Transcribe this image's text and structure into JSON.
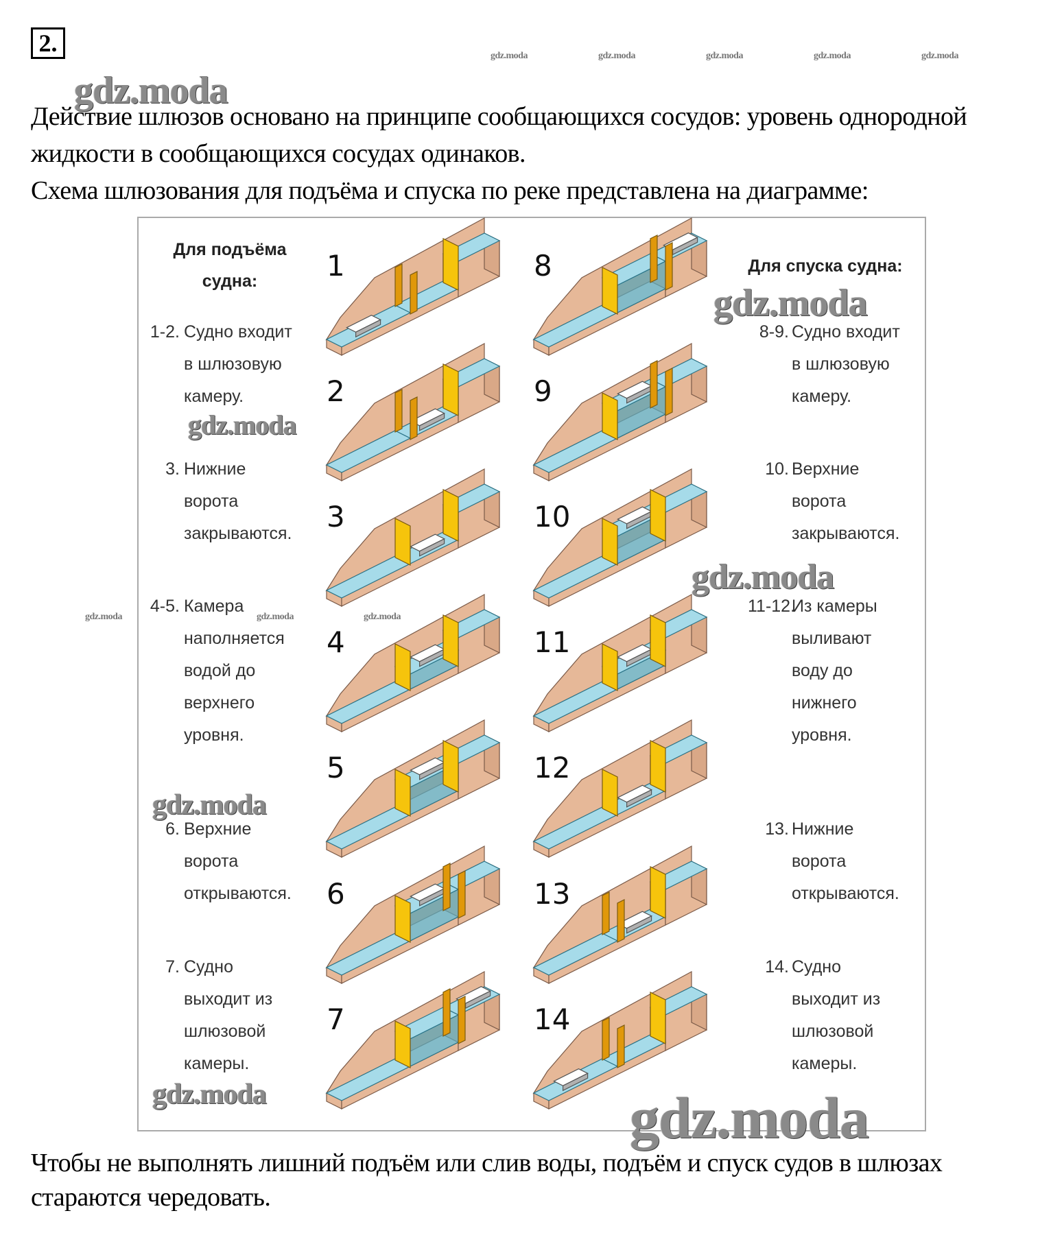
{
  "task_number": "2.",
  "watermark": "gdz.moda",
  "paragraphs": [
    "Действие шлюзов основано на принципе сообщающихся сосудов: уровень однородной",
    "жидкости в сообщающихся сосудах одинаков.",
    "Схема шлюзования для подъёма и спуска по реке представлена на диаграмме:"
  ],
  "conclusion": [
    "Чтобы не выполнять лишний подъём или слив воды, подъём и спуск судов в шлюзах",
    "стараются чередовать."
  ],
  "diagram": {
    "ascent_heading": [
      "Для подъёма",
      "судна:"
    ],
    "descent_heading": "Для спуска судна:",
    "ascent_items": [
      {
        "label": "1-2.",
        "lines": [
          "Судно входит",
          "в шлюзовую",
          "камеру."
        ]
      },
      {
        "label": "3.",
        "lines": [
          "Нижние",
          "ворота",
          "закрываются."
        ]
      },
      {
        "label": "4-5.",
        "lines": [
          "Камера",
          "наполняется",
          "водой до",
          "верхнего",
          "уровня."
        ]
      },
      {
        "label": "6.",
        "lines": [
          "Верхние",
          "ворота",
          "открываются."
        ]
      },
      {
        "label": "7.",
        "lines": [
          "Судно",
          "выходит из",
          "шлюзовой",
          "камеры."
        ]
      }
    ],
    "descent_items": [
      {
        "label": "8-9.",
        "lines": [
          "Судно входит",
          "в шлюзовую",
          "камеру."
        ]
      },
      {
        "label": "10.",
        "lines": [
          "Верхние",
          "ворота",
          "закрываются."
        ]
      },
      {
        "label": "11-12.",
        "lines": [
          "Из камеры",
          "выливают",
          "воду до",
          "нижнего",
          "уровня."
        ]
      },
      {
        "label": "13.",
        "lines": [
          "Нижние",
          "ворота",
          "открываются."
        ]
      },
      {
        "label": "14.",
        "lines": [
          "Судно",
          "выходит из",
          "шлюзовой",
          "камеры."
        ]
      }
    ],
    "steps": [
      {
        "n": "1",
        "chamber": "low",
        "lower_gate": "open",
        "upper_gate": "closed",
        "ship": "lower"
      },
      {
        "n": "2",
        "chamber": "low",
        "lower_gate": "open",
        "upper_gate": "closed",
        "ship": "chamber"
      },
      {
        "n": "3",
        "chamber": "low",
        "lower_gate": "closed",
        "upper_gate": "closed",
        "ship": "chamber"
      },
      {
        "n": "4",
        "chamber": "mid",
        "lower_gate": "closed",
        "upper_gate": "closed",
        "ship": "chamber"
      },
      {
        "n": "5",
        "chamber": "high",
        "lower_gate": "closed",
        "upper_gate": "closed",
        "ship": "chamber"
      },
      {
        "n": "6",
        "chamber": "high",
        "lower_gate": "closed",
        "upper_gate": "open",
        "ship": "chamber"
      },
      {
        "n": "7",
        "chamber": "high",
        "lower_gate": "closed",
        "upper_gate": "open",
        "ship": "upper"
      },
      {
        "n": "8",
        "chamber": "high",
        "lower_gate": "closed",
        "upper_gate": "open",
        "ship": "upper"
      },
      {
        "n": "9",
        "chamber": "high",
        "lower_gate": "closed",
        "upper_gate": "open",
        "ship": "chamber"
      },
      {
        "n": "10",
        "chamber": "high",
        "lower_gate": "closed",
        "upper_gate": "closed",
        "ship": "chamber"
      },
      {
        "n": "11",
        "chamber": "mid",
        "lower_gate": "closed",
        "upper_gate": "closed",
        "ship": "chamber"
      },
      {
        "n": "12",
        "chamber": "low",
        "lower_gate": "closed",
        "upper_gate": "closed",
        "ship": "chamber"
      },
      {
        "n": "13",
        "chamber": "low",
        "lower_gate": "open",
        "upper_gate": "closed",
        "ship": "chamber"
      },
      {
        "n": "14",
        "chamber": "low",
        "lower_gate": "open",
        "upper_gate": "closed",
        "ship": "lower"
      }
    ]
  },
  "colors": {
    "bank": "#e6b898",
    "bank_stroke": "#7a5a48",
    "water": "#a6dbe9",
    "water_stroke": "#2b7488",
    "chamber_water": "#5aa4b6",
    "gate_closed": "#f6c40c",
    "gate_open": "#e0980a",
    "ship": "#ffffff"
  }
}
